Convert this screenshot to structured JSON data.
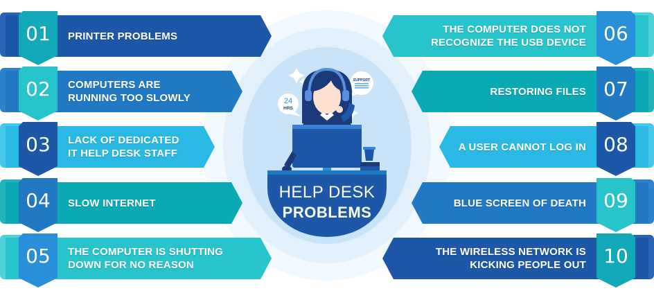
{
  "title": {
    "line1": "HELP DESK",
    "line2": "PROBLEMS"
  },
  "illustration": {
    "bubble_left_line1": "24",
    "bubble_left_line2": "HRS",
    "bubble_right": "SUPPORT"
  },
  "items": [
    {
      "number": "01",
      "text": "PRINTER PROBLEMS",
      "banner_color": "#1d57a8",
      "badge_color": "#12aab8",
      "side": "left"
    },
    {
      "number": "02",
      "text": "COMPUTERS ARE RUNNING TOO SLOWLY",
      "line1": "COMPUTERS ARE",
      "line2": "RUNNING TOO SLOWLY",
      "banner_color": "#2179c4",
      "badge_color": "#27c4cc",
      "side": "left"
    },
    {
      "number": "03",
      "text": "LACK OF DEDICATED IT HELP DESK STAFF",
      "line1": "LACK OF DEDICATED",
      "line2": "IT HELP DESK STAFF",
      "banner_color": "#29b9e4",
      "badge_color": "#1d57a8",
      "side": "left"
    },
    {
      "number": "04",
      "text": "SLOW INTERNET",
      "banner_color": "#0aa9b3",
      "badge_color": "#2179c4",
      "side": "left"
    },
    {
      "number": "05",
      "text": "THE COMPUTER IS SHUTTING DOWN FOR NO REASON",
      "line1": "THE COMPUTER IS SHUTTING",
      "line2": "DOWN FOR NO REASON",
      "banner_color": "#27c4cc",
      "badge_color": "#2a8fd9",
      "side": "left"
    },
    {
      "number": "06",
      "text": "THE COMPUTER DOES NOT RECOGNIZE THE USB DEVICE",
      "line1": "THE COMPUTER DOES NOT",
      "line2": "RECOGNIZE THE USB DEVICE",
      "banner_color": "#27c4cc",
      "badge_color": "#2a8fd9",
      "side": "right"
    },
    {
      "number": "07",
      "text": "RESTORING FILES",
      "banner_color": "#0aa9b3",
      "badge_color": "#2179c4",
      "side": "right"
    },
    {
      "number": "08",
      "text": "A USER CANNOT LOG IN",
      "banner_color": "#29b9e4",
      "badge_color": "#1d57a8",
      "side": "right"
    },
    {
      "number": "09",
      "text": "BLUE SCREEN OF DEATH",
      "banner_color": "#2179c4",
      "badge_color": "#27c4cc",
      "side": "right"
    },
    {
      "number": "10",
      "text": "THE WIRELESS NETWORK IS KICKING PEOPLE OUT",
      "line1": "THE WIRELESS NETWORK IS",
      "line2": "KICKING PEOPLE OUT",
      "banner_color": "#1d57a8",
      "badge_color": "#12aab8",
      "side": "right"
    }
  ]
}
